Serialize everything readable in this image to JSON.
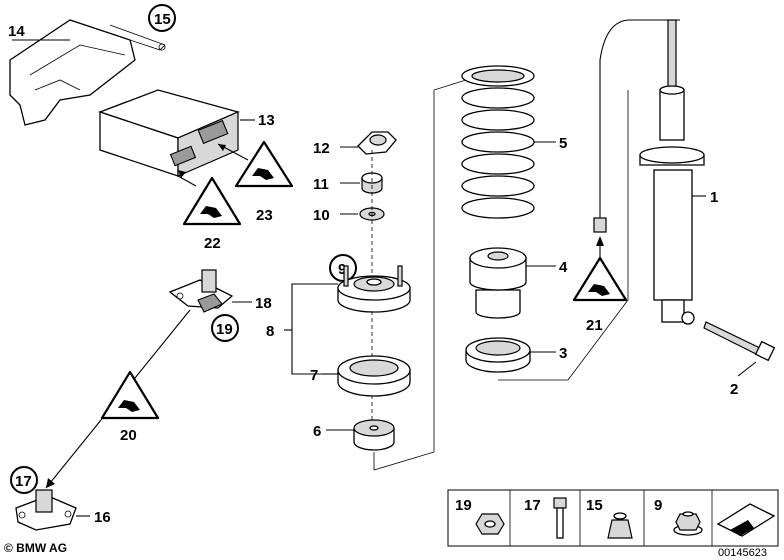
{
  "labels": {
    "p1": "1",
    "p2": "2",
    "p3": "3",
    "p4": "4",
    "p5": "5",
    "p6": "6",
    "p7": "7",
    "p8": "8",
    "p9": "9",
    "p10": "10",
    "p11": "11",
    "p12": "12",
    "p13": "13",
    "p14": "14",
    "p15": "15",
    "p16": "16",
    "p17": "17",
    "p18": "18",
    "p19": "19",
    "p20": "20",
    "p21": "21",
    "p22": "22",
    "p23": "23"
  },
  "legend": {
    "items": [
      {
        "number": "19",
        "icon": "nut-icon"
      },
      {
        "number": "17",
        "icon": "bolt-icon"
      },
      {
        "number": "15",
        "icon": "clip-nut-icon"
      },
      {
        "number": "9",
        "icon": "flange-nut-icon"
      }
    ],
    "arrow_icon": "direction-arrow-icon"
  },
  "footer": {
    "copyright": "© BMW AG",
    "diagram_number": "00145623"
  },
  "colors": {
    "line": "#000000",
    "background": "#ffffff",
    "shade": "#d8d8d8"
  }
}
